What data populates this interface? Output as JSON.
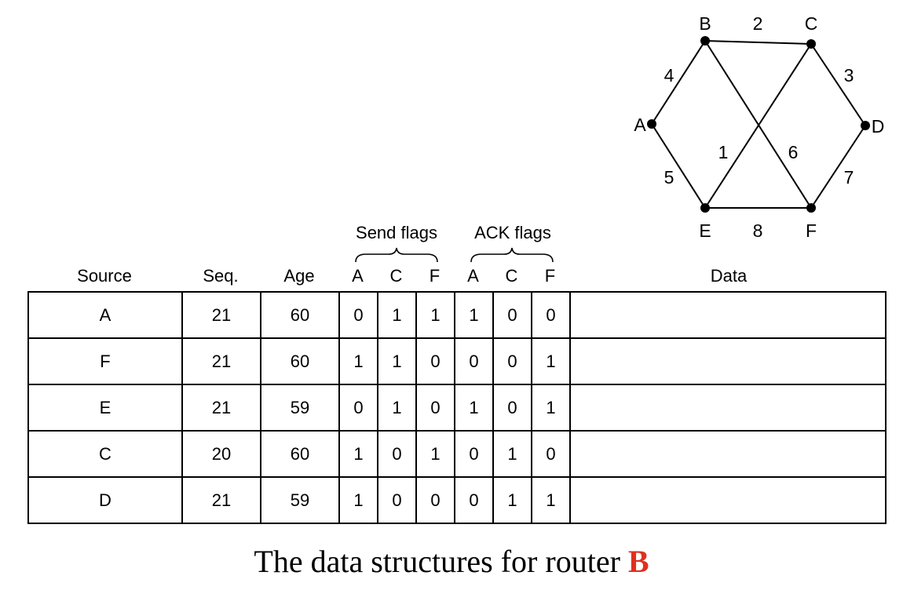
{
  "graph": {
    "nodes": [
      {
        "id": "A",
        "label": "A"
      },
      {
        "id": "B",
        "label": "B"
      },
      {
        "id": "C",
        "label": "C"
      },
      {
        "id": "D",
        "label": "D"
      },
      {
        "id": "E",
        "label": "E"
      },
      {
        "id": "F",
        "label": "F"
      }
    ],
    "edges": [
      {
        "from": "A",
        "to": "B",
        "weight": "4"
      },
      {
        "from": "B",
        "to": "C",
        "weight": "2"
      },
      {
        "from": "C",
        "to": "D",
        "weight": "3"
      },
      {
        "from": "A",
        "to": "E",
        "weight": "5"
      },
      {
        "from": "C",
        "to": "E",
        "weight": "1"
      },
      {
        "from": "B",
        "to": "F",
        "weight": "6"
      },
      {
        "from": "D",
        "to": "F",
        "weight": "7"
      },
      {
        "from": "E",
        "to": "F",
        "weight": "8"
      }
    ]
  },
  "table": {
    "group_labels": {
      "send": "Send flags",
      "ack": "ACK flags"
    },
    "headers": {
      "source": "Source",
      "seq": "Seq.",
      "age": "Age",
      "send_a": "A",
      "send_c": "C",
      "send_f": "F",
      "ack_a": "A",
      "ack_c": "C",
      "ack_f": "F",
      "data": "Data"
    },
    "rows": [
      {
        "source": "A",
        "seq": "21",
        "age": "60",
        "send": [
          "0",
          "1",
          "1"
        ],
        "ack": [
          "1",
          "0",
          "0"
        ],
        "data": ""
      },
      {
        "source": "F",
        "seq": "21",
        "age": "60",
        "send": [
          "1",
          "1",
          "0"
        ],
        "ack": [
          "0",
          "0",
          "1"
        ],
        "data": ""
      },
      {
        "source": "E",
        "seq": "21",
        "age": "59",
        "send": [
          "0",
          "1",
          "0"
        ],
        "ack": [
          "1",
          "0",
          "1"
        ],
        "data": ""
      },
      {
        "source": "C",
        "seq": "20",
        "age": "60",
        "send": [
          "1",
          "0",
          "1"
        ],
        "ack": [
          "0",
          "1",
          "0"
        ],
        "data": ""
      },
      {
        "source": "D",
        "seq": "21",
        "age": "59",
        "send": [
          "1",
          "0",
          "0"
        ],
        "ack": [
          "0",
          "1",
          "1"
        ],
        "data": ""
      }
    ]
  },
  "caption": {
    "text": "The data structures for router ",
    "router": "B"
  }
}
